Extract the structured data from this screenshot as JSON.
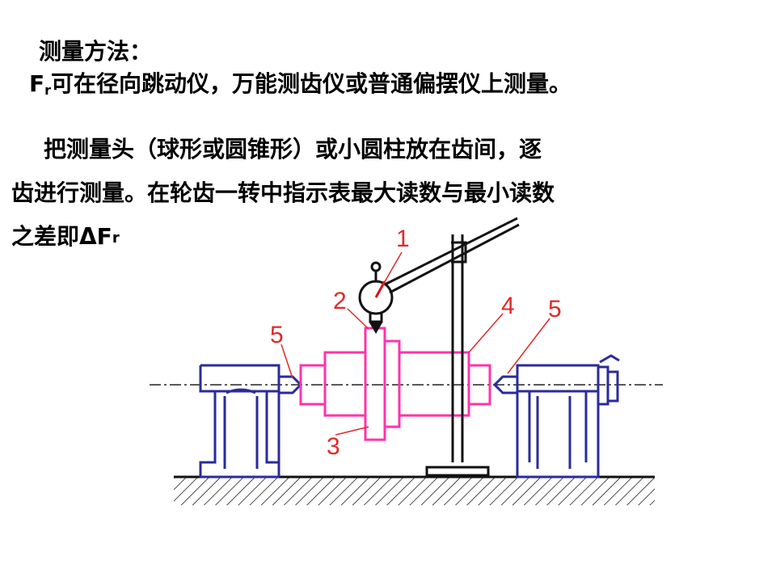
{
  "text": {
    "title": "测量方法：",
    "line1_main": "F",
    "line1_sub": "r",
    "line1_rest": "可在径向跳动仪，万能测齿仪或普通偏摆仪上测量。",
    "para_line1": "把测量头（球形或圆锥形）或小圆柱放在齿间，逐",
    "para_line2": "齿进行测量。在轮齿一转中指示表最大读数与最小读数",
    "para_line3_main": "之差即ΔF",
    "para_line3_sub": "r"
  },
  "diagram": {
    "labels": {
      "l1": "1",
      "l2": "2",
      "l3": "3",
      "l4": "4",
      "l5_left": "5",
      "l5_right": "5"
    },
    "colors": {
      "gear": "#ff33aa",
      "centers": "#2b2b99",
      "stand": "#111111",
      "label": "#dd2a2a",
      "needle": "#dd1111"
    }
  }
}
